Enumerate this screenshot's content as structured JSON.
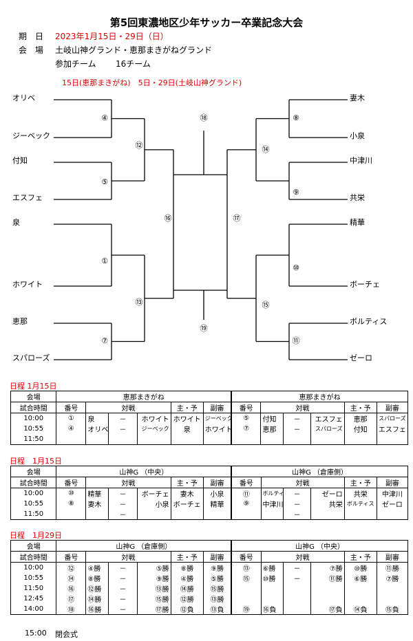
{
  "title": "第5回東濃地区少年サッカー卒業記念大会",
  "info": {
    "date_label": "期　日",
    "date_value": "2023年1月15日・29日（日）",
    "venue_label": "会　場",
    "venue_value": "土岐山神グランド・恵那まきがねグランド",
    "teams_label": "参加チーム",
    "teams_value": "16チーム",
    "schedule_note": "15日(恵那まきがね)　5日・29日(土岐山神グランド)"
  },
  "bracket": {
    "left_teams": [
      "オリベ",
      "ジーベック",
      "付知",
      "エスフェ",
      "泉",
      "ホワイト",
      "恵那",
      "スパローズ"
    ],
    "right_teams": [
      "妻木",
      "小泉",
      "中津川",
      "共栄",
      "精華",
      "ボーチェ",
      "ボルティス",
      "ゼーロ"
    ],
    "match_labels": [
      "④",
      "⑤",
      "①",
      "⑦",
      "⑫",
      "⑬",
      "⑯",
      "⑱",
      "⑲",
      "⑧",
      "⑨",
      "⑩",
      "⑪",
      "⑭",
      "⑮",
      "⑰"
    ]
  },
  "sections": [
    {
      "label": "日程 1月15日",
      "venue_header": "会場",
      "time_header": "試合時間",
      "venues": [
        "恵那まきがね",
        "恵那まきがね"
      ],
      "col_headers": [
        "番号",
        "対戦",
        "主・予",
        "副審"
      ],
      "rows": [
        {
          "time": "10:00",
          "a": [
            "①",
            "泉",
            "－",
            "ホワイト",
            "ホワイト",
            "ジーベック"
          ],
          "b": [
            "⑤",
            "付知",
            "－",
            "エスフェ",
            "恵那",
            "スパローズ"
          ]
        },
        {
          "time": "10:55",
          "a": [
            "④",
            "オリベ",
            "－",
            "ジーベック",
            "泉",
            "ホワイト"
          ],
          "b": [
            "⑦",
            "恵那",
            "－",
            "スパローズ",
            "付知",
            "エスフェ"
          ]
        },
        {
          "time": "11:50",
          "a": [
            "",
            "",
            "",
            "",
            "",
            ""
          ],
          "b": [
            "",
            "",
            "",
            "",
            "",
            ""
          ]
        }
      ]
    },
    {
      "label": "日程　1月15日",
      "venue_header": "会場",
      "time_header": "試合時間",
      "venues": [
        "山神G （中央）",
        "山神G （倉庫側）"
      ],
      "col_headers": [
        "番号",
        "対戦",
        "主・予",
        "副審"
      ],
      "rows": [
        {
          "time": "10:00",
          "a": [
            "⑩",
            "精華",
            "－",
            "ボーチェ",
            "妻木",
            "小泉"
          ],
          "b": [
            "⑪",
            "ボルティス",
            "－",
            "ゼーロ",
            "共栄",
            "中津川"
          ]
        },
        {
          "time": "10:55",
          "a": [
            "⑧",
            "妻木",
            "－",
            "小泉",
            "ボーチェ",
            "精華"
          ],
          "b": [
            "⑨",
            "中津川",
            "－",
            "共栄",
            "ボルティス",
            "ゼーロ"
          ]
        },
        {
          "time": "11:50",
          "a": [
            "",
            "",
            "－",
            "",
            "",
            ""
          ],
          "b": [
            "",
            "",
            "－",
            "",
            "",
            ""
          ]
        }
      ]
    },
    {
      "label": "日程　1月29日",
      "venue_header": "会場",
      "time_header": "試合時間",
      "venues": [
        "山神G （倉庫側）",
        "山神G （中央）"
      ],
      "col_headers": [
        "番号",
        "対戦",
        "主・予",
        "副審"
      ],
      "rows": [
        {
          "time": "10:00",
          "a": [
            "⑫",
            "④勝",
            "－",
            "⑤勝",
            "⑧勝",
            "⑨勝"
          ],
          "b": [
            "⑬",
            "⑥勝",
            "－",
            "⑦勝",
            "⑩勝",
            "⑪勝"
          ]
        },
        {
          "time": "10:55",
          "a": [
            "⑭",
            "⑧勝",
            "－",
            "⑨勝",
            "④勝",
            "⑤勝"
          ],
          "b": [
            "⑮",
            "⑩勝",
            "－",
            "⑪勝",
            "⑥勝",
            "⑦勝"
          ]
        },
        {
          "time": "11:50",
          "a": [
            "⑯",
            "⑫勝",
            "－",
            "⑬勝",
            "⑭勝",
            "⑮勝"
          ],
          "b": [
            "",
            "",
            "",
            "",
            "",
            ""
          ]
        },
        {
          "time": "12:45",
          "a": [
            "⑰",
            "⑭勝",
            "－",
            "⑮勝",
            "⑫勝",
            "⑬勝"
          ],
          "b": [
            "",
            "",
            "",
            "",
            "",
            ""
          ]
        },
        {
          "time": "14:00",
          "a": [
            "⑱",
            "⑯勝",
            "－",
            "⑰勝",
            "⑫負",
            "⑬負"
          ],
          "b": [
            "⑲",
            "⑯負",
            "",
            "⑰負",
            "⑭負",
            "⑮負"
          ]
        }
      ]
    }
  ],
  "closing": {
    "time": "15:00",
    "label": "閉会式"
  }
}
